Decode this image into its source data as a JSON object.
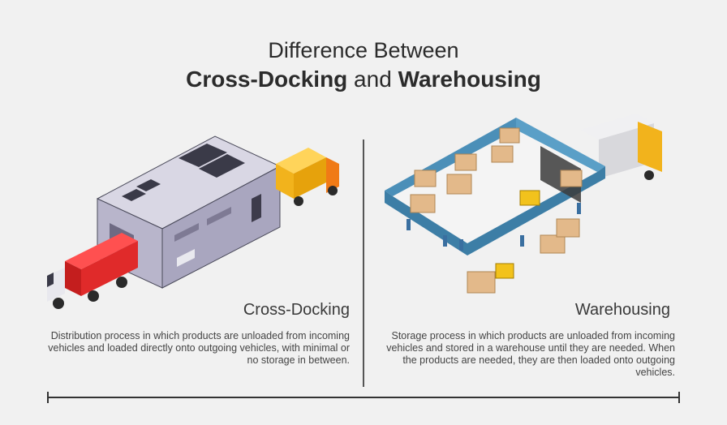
{
  "title": {
    "line1": "Difference Between",
    "bold1": "Cross-Docking",
    "joiner": " and ",
    "bold2": "Warehousing"
  },
  "cross_docking": {
    "title": "Cross-Docking",
    "description": "Distribution process in which products are unloaded from incoming vehicles and loaded directly onto outgoing vehicles, with minimal or no storage in between."
  },
  "warehousing": {
    "title": "Warehousing",
    "description": "Storage process in which products are unloaded from incoming vehicles and stored in a warehouse until they are needed. When the products are needed, they are then loaded onto outgoing vehicles."
  },
  "colors": {
    "background": "#f1f1f1",
    "building": "#bdbad0",
    "red_truck": "#e02a2a",
    "yellow_truck": "#f2b31c",
    "warehouse_wall": "#5a9fc7",
    "warehouse_floor": "#f4f4f4",
    "box": "#e3b98a"
  }
}
